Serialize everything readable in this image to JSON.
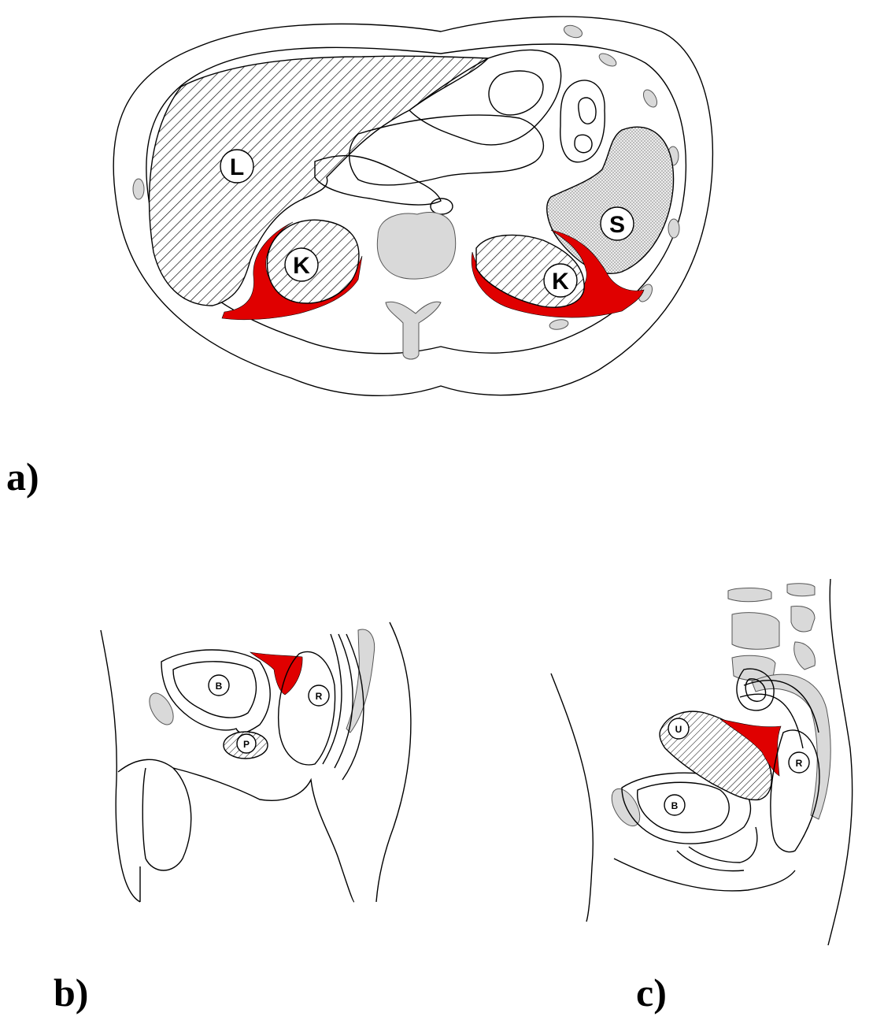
{
  "colors": {
    "fat": "#e00000",
    "bone": "#d9d9d9",
    "outline": "#000000",
    "background": "#ffffff"
  },
  "panels": [
    {
      "label": "a)",
      "organs": [
        {
          "letter": "L"
        },
        {
          "letter": "K"
        },
        {
          "letter": "K"
        },
        {
          "letter": "S"
        }
      ]
    },
    {
      "label": "b)",
      "organs": [
        {
          "letter": "B"
        },
        {
          "letter": "R"
        },
        {
          "letter": "P"
        }
      ]
    },
    {
      "label": "c)",
      "organs": [
        {
          "letter": "U"
        },
        {
          "letter": "B"
        },
        {
          "letter": "R"
        }
      ]
    }
  ]
}
